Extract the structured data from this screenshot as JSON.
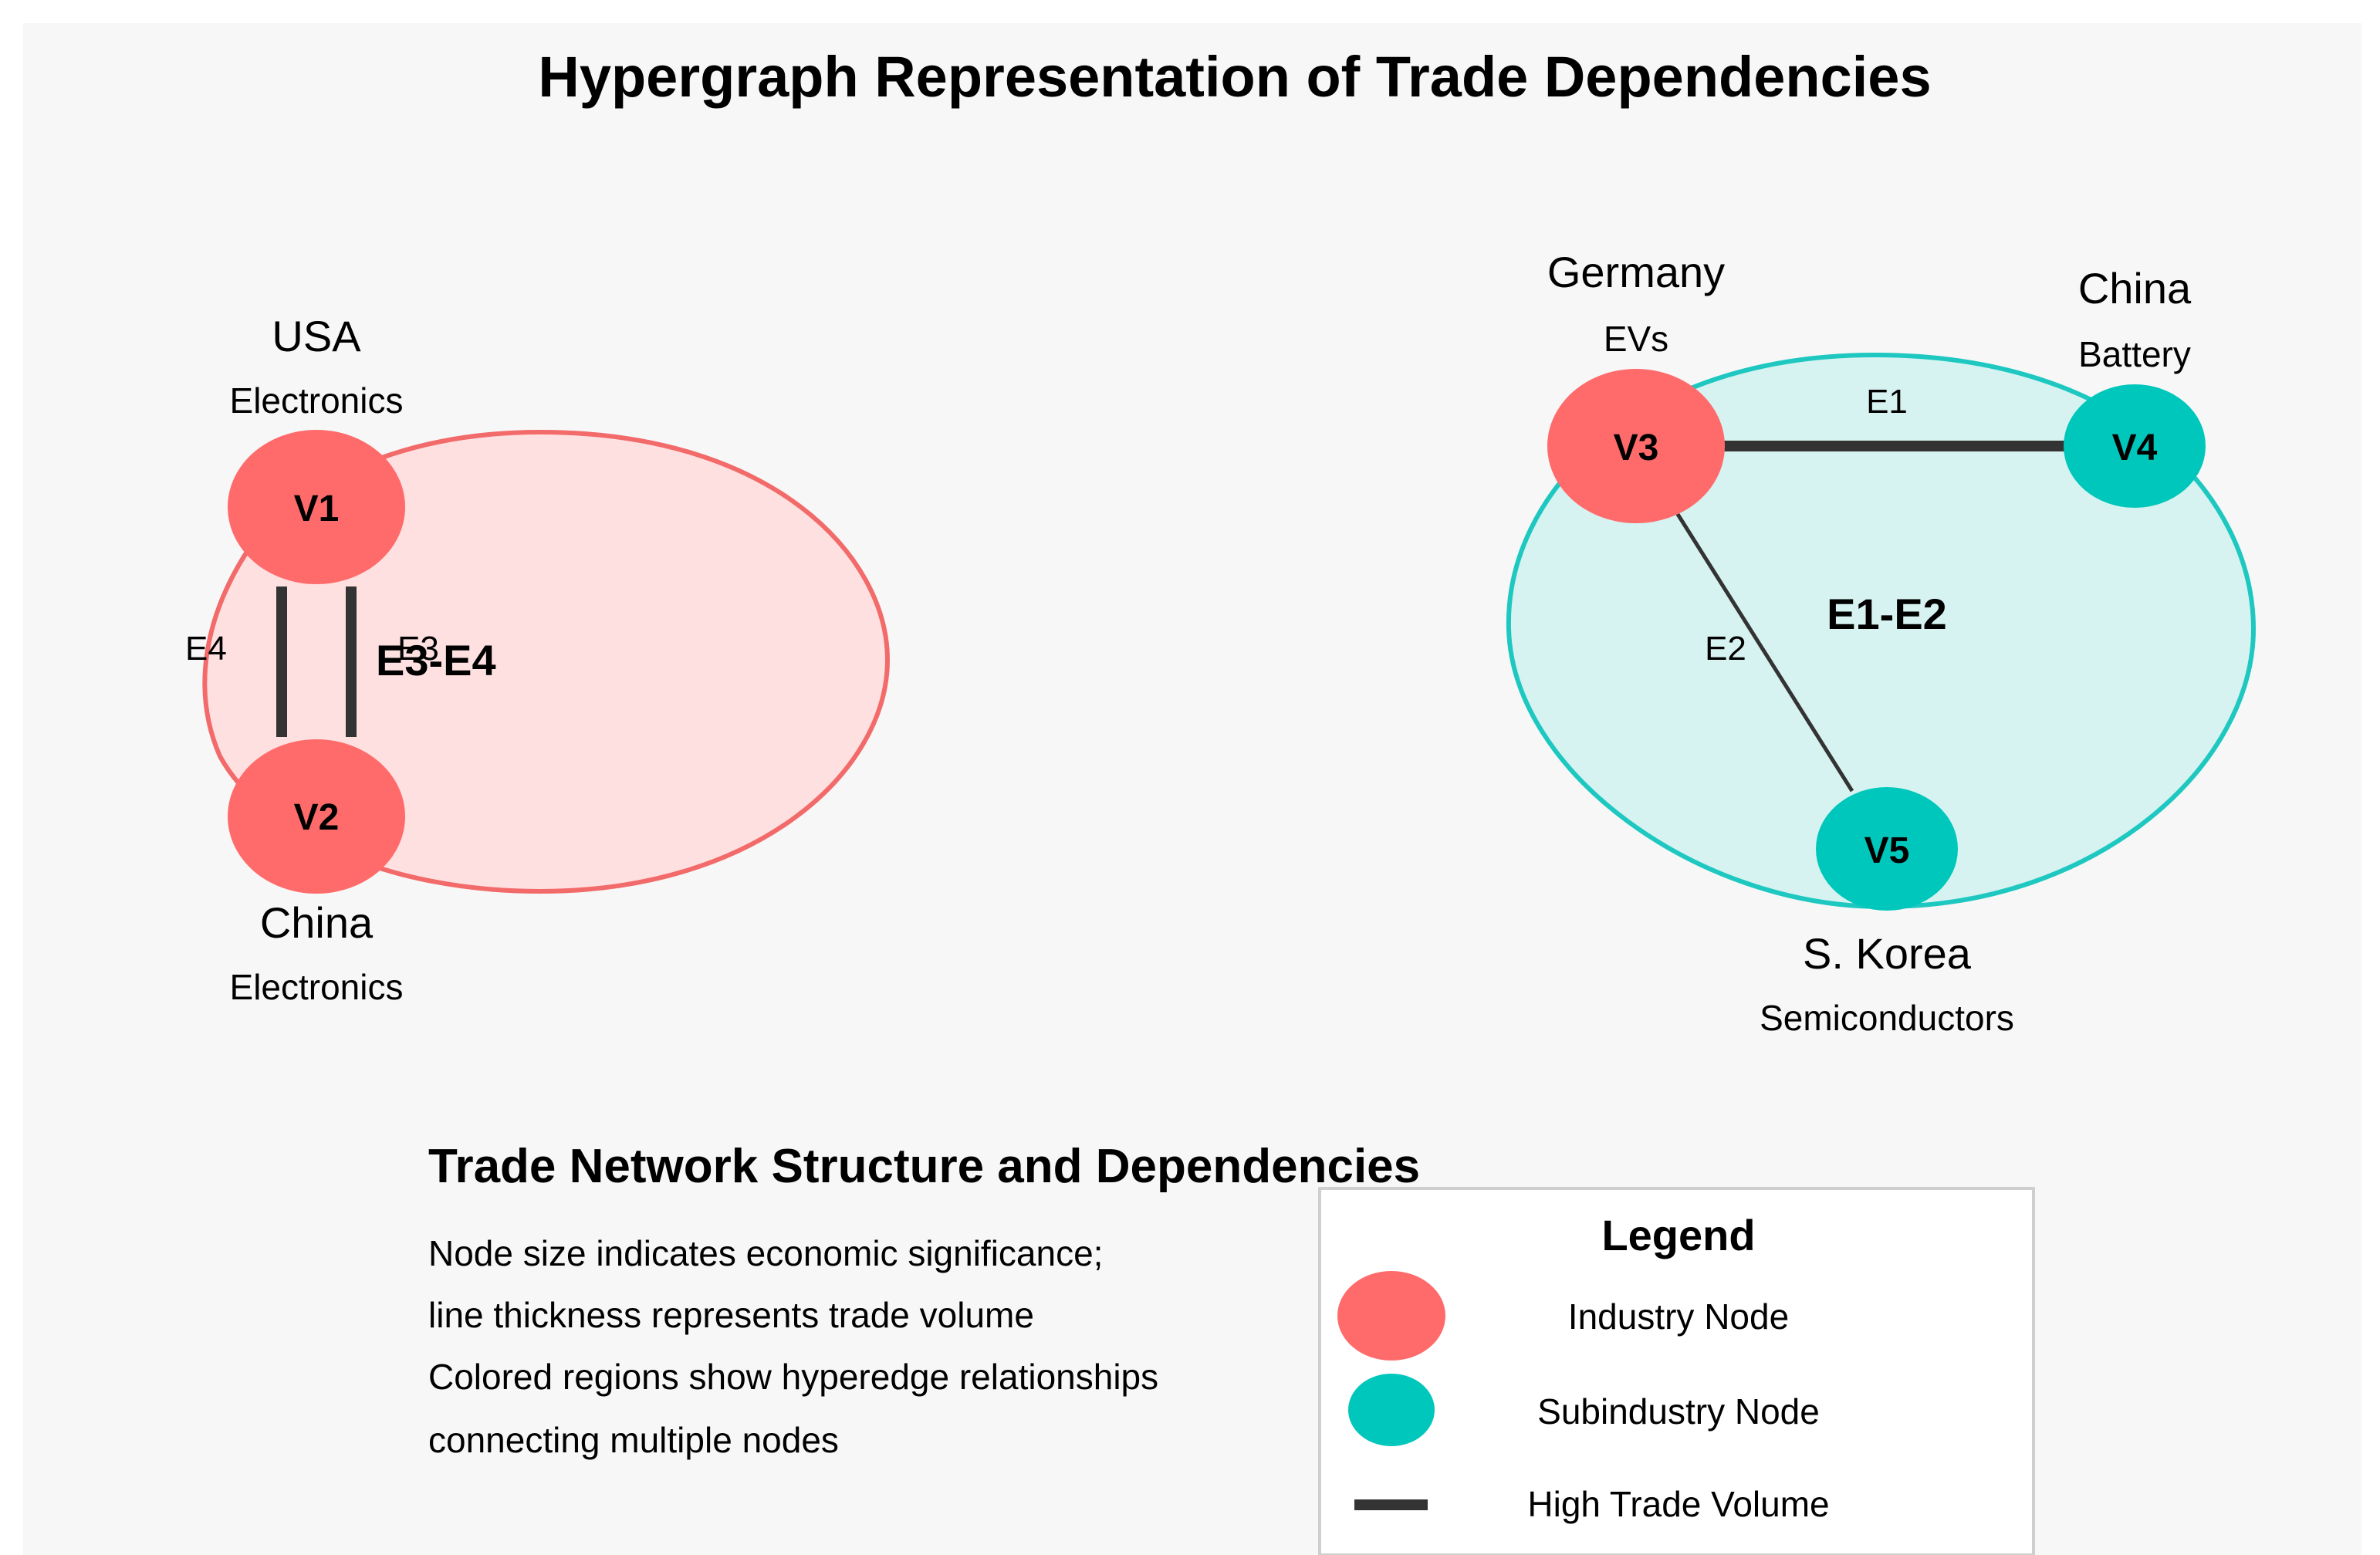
{
  "title": "Hypergraph Representation of Trade Dependencies",
  "colors": {
    "industry": "#ff6b6b",
    "subindustry": "#00c7bb",
    "industry_region_fill": "#ffe0e0",
    "industry_region_stroke": "#f26a6a",
    "sub_region_fill": "#d6f3f1",
    "sub_region_stroke": "#1ec8c0",
    "edge": "#333333",
    "background": "#f7f7f7"
  },
  "nodes": {
    "v1": {
      "id": "V1",
      "country": "USA",
      "sector": "Electronics",
      "type": "industry"
    },
    "v2": {
      "id": "V2",
      "country": "China",
      "sector": "Electronics",
      "type": "industry"
    },
    "v3": {
      "id": "V3",
      "country": "Germany",
      "sector": "EVs",
      "type": "industry"
    },
    "v4": {
      "id": "V4",
      "country": "China",
      "sector": "Battery",
      "type": "subindustry"
    },
    "v5": {
      "id": "V5",
      "country": "S. Korea",
      "sector": "Semiconductors",
      "type": "subindustry"
    }
  },
  "edges": {
    "e1": {
      "label": "E1",
      "weight": "high"
    },
    "e2": {
      "label": "E2",
      "weight": "low"
    },
    "e3": {
      "label": "E3",
      "weight": "high"
    },
    "e4": {
      "label": "E4",
      "weight": "high"
    }
  },
  "hyperedges": {
    "left": {
      "label": "E3-E4"
    },
    "right": {
      "label": "E1-E2"
    }
  },
  "info": {
    "subtitle": "Trade Network Structure and Dependencies",
    "lines": [
      "Node size indicates economic significance;",
      "line thickness represents trade volume",
      "Colored regions show hyperedge relationships",
      "connecting multiple nodes"
    ]
  },
  "legend": {
    "title": "Legend",
    "industry": "Industry Node",
    "subindustry": "Subindustry Node",
    "high_volume": "High Trade Volume"
  }
}
